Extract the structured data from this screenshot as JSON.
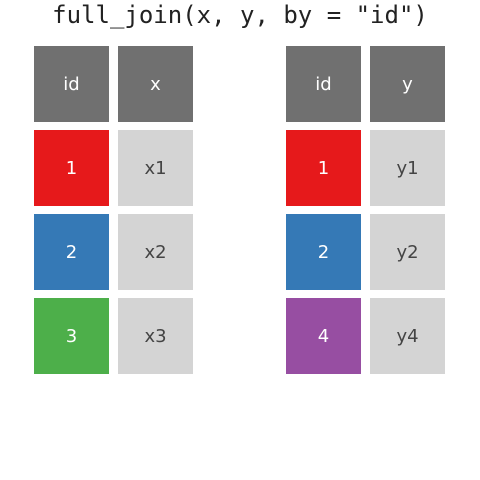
{
  "title": "full_join(x, y, by = \"id\")",
  "colors": {
    "header": "#707070",
    "value": "#d4d4d4",
    "key_1": "#e6191b",
    "key_2": "#3579b6",
    "key_3": "#4daf4a",
    "key_4": "#974ea2"
  },
  "table_x": {
    "headers": [
      "id",
      "x"
    ],
    "rows": [
      {
        "id": "1",
        "val": "x1",
        "color": "#e6191b"
      },
      {
        "id": "2",
        "val": "x2",
        "color": "#3579b6"
      },
      {
        "id": "3",
        "val": "x3",
        "color": "#4daf4a"
      }
    ]
  },
  "table_y": {
    "headers": [
      "id",
      "y"
    ],
    "rows": [
      {
        "id": "1",
        "val": "y1",
        "color": "#e6191b"
      },
      {
        "id": "2",
        "val": "y2",
        "color": "#3579b6"
      },
      {
        "id": "4",
        "val": "y4",
        "color": "#974ea2"
      }
    ]
  }
}
